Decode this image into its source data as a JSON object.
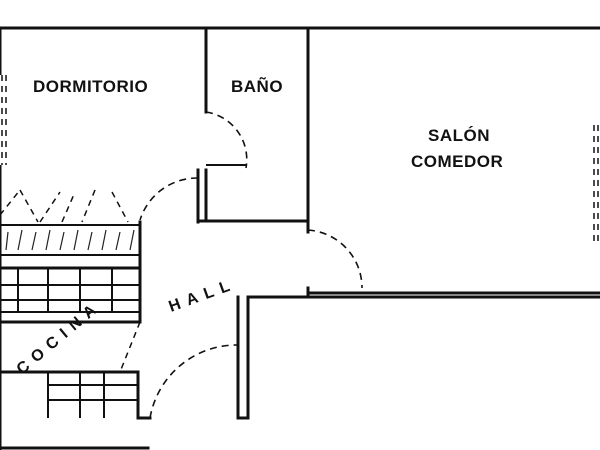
{
  "rooms": {
    "dormitorio": "DORMITORIO",
    "bano": "BAÑO",
    "salon": "SALÓN",
    "comedor": "COMEDOR",
    "hall": "HALL",
    "cocina": "COCINA"
  },
  "colors": {
    "wall": "#111111",
    "background": "#ffffff"
  }
}
